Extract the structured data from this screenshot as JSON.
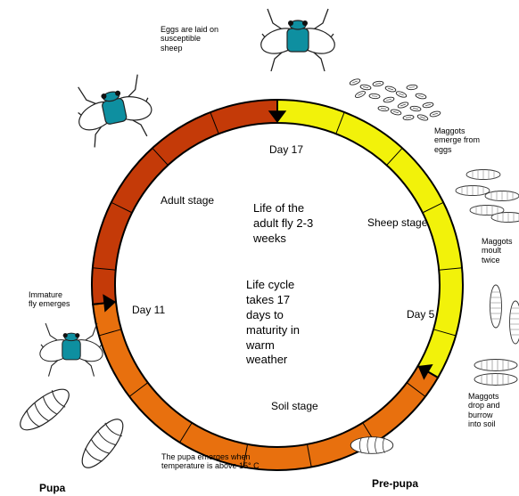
{
  "colors": {
    "adult": "#c43a08",
    "sheep": "#f2f20a",
    "soil": "#e8700e",
    "fly_body": "#0e8fa0",
    "ring_border": "#000000"
  },
  "icons": [
    "fly-icon",
    "egg-cluster-icon",
    "maggot-icon",
    "pupa-icon",
    "pre-pupa-icon"
  ],
  "cycle": {
    "total_days": 17,
    "day_labels": {
      "day17": "Day 17",
      "day11": "Day 11",
      "day5": "Day 5"
    },
    "stages": {
      "adult": "Adult stage",
      "sheep": "Sheep stage",
      "soil": "Soil stage"
    },
    "center": {
      "adult_life": "Life of the\nadult fly 2-3\nweeks",
      "cycle_info": "Life cycle\ntakes 17\ndays to\nmaturity in\nwarm\nweather"
    }
  },
  "annotations": {
    "eggs_laid": "Eggs are laid on\nsusceptible\nsheep",
    "maggots_emerge": "Maggots\nemerge from\neggs",
    "maggots_moult": "Maggots\nmoult\ntwice",
    "maggots_drop": "Maggots\ndrop and\nburrow\ninto soil",
    "pupa_emerges": "The pupa emerges when\ntemperature is above 15° C",
    "immature_fly": "Immature\nfly emerges",
    "pupa": "Pupa",
    "pre_pupa": "Pre-pupa"
  }
}
